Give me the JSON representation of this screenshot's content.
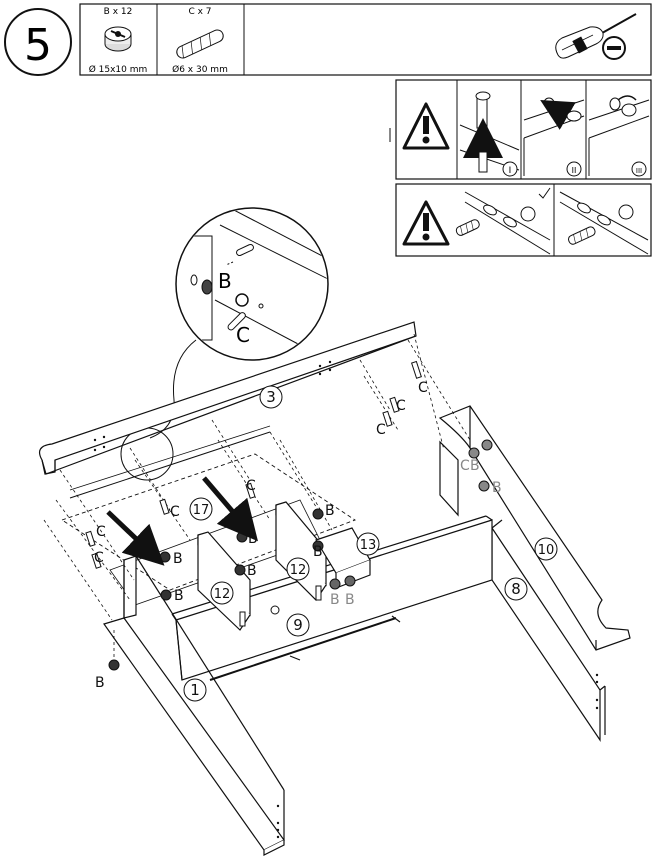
{
  "step": {
    "number": "5"
  },
  "parts": [
    {
      "code": "B x 12",
      "size": "Ø 15x10 mm",
      "icon": "cam-lock-icon"
    },
    {
      "code": "C x 7",
      "size": "Ø6 x 30 mm",
      "icon": "wooden-dowel-icon"
    }
  ],
  "tool": {
    "icon": "flathead-screwdriver-icon",
    "sign": "minus"
  },
  "warning_panels": {
    "cam_sequence": [
      "I",
      "II",
      "III"
    ],
    "icon": "warning-triangle-icon"
  },
  "callout": {
    "label_b": "B",
    "label_c": "C"
  },
  "panel_numbers": [
    "3",
    "17",
    "13",
    "12",
    "12",
    "9",
    "10",
    "8",
    "1"
  ],
  "fastener_labels": {
    "b": "B",
    "c": "C"
  },
  "colors": {
    "line": "#111111",
    "gray_label": "#888888",
    "arrow": "#111111"
  }
}
